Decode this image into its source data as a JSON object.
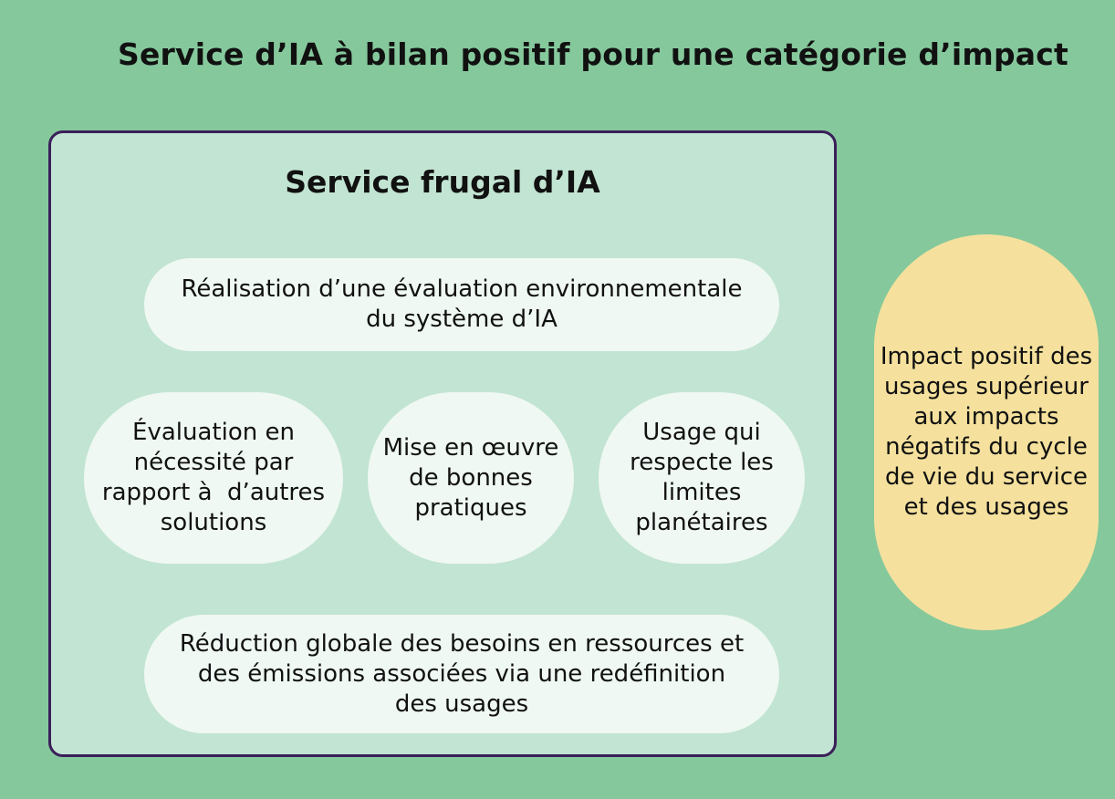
{
  "title": "Service d’IA à bilan positif pour une catégorie d’impact",
  "frugal_service": {
    "title": "Service frugal d’IA",
    "environmental_assessment": [
      "Réalisation d’une évaluation environnementale",
      "du système d’IA"
    ],
    "necessity_evaluation": [
      "Évaluation en",
      "nécessité par",
      "rapport à  d’autres",
      "solutions"
    ],
    "good_practices": [
      "Mise en œuvre",
      "de bonnes",
      "pratiques"
    ],
    "planetary_limits": [
      "Usage qui",
      "respecte les",
      "limites",
      "planétaires"
    ],
    "resource_reduction": [
      "Réduction globale des besoins en ressources et",
      "des émissions associées via une redéfinition",
      "des usages"
    ]
  },
  "positive_impact": [
    "Impact positif",
    "des usages",
    "supérieur aux",
    "impacts négatifs",
    "du cycle de vie",
    "du service et",
    "des usages"
  ],
  "colors": {
    "background": "#85c89c",
    "frame_fill": "#c2e4d2",
    "frame_border": "#3a1f5a",
    "pill_fill": "#eff8f2",
    "impact_fill": "#f5e19d"
  }
}
